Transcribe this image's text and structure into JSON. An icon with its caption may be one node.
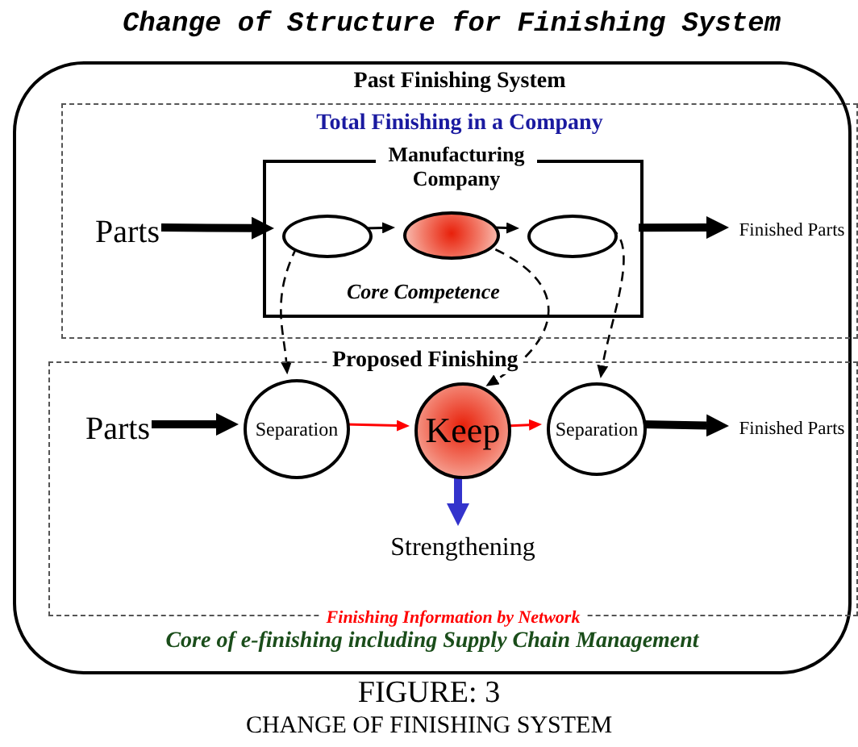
{
  "diagram": {
    "title": "Change of Structure for Finishing System",
    "caption": "FIGURE: 3",
    "nodes": [
      {
        "text": [
          "Core of e-finishing including Supply Chain Management"
        ]
      },
      {
        "text": [
          "Past Finishing System",
          "Total Finishing in a Company"
        ],
        "in": 0
      },
      {
        "text": [
          "Parts"
        ],
        "in": 1
      },
      {
        "text": [
          "Manufacturing Company",
          "Core Competence"
        ],
        "in": 1
      },
      {
        "text": [],
        "shape": "ellipse",
        "in": 3
      },
      {
        "text": [],
        "shape": "ellipse",
        "in": 3
      },
      {
        "text": [],
        "shape": "ellipse",
        "in": 3
      },
      {
        "text": [
          "Finished Parts"
        ],
        "in": 1
      },
      {
        "text": [
          "Proposed Finishing",
          "Finishing Information by Network"
        ],
        "in": 0
      },
      {
        "text": [
          "Parts"
        ],
        "in": 8
      },
      {
        "text": [
          "Separation"
        ],
        "in": 8
      },
      {
        "text": [
          "Keep"
        ],
        "in": 8
      },
      {
        "text": [
          "Separation"
        ],
        "in": 8
      },
      {
        "text": [
          "Finished Parts"
        ],
        "in": 8
      },
      {
        "text": [
          "Strengthening"
        ],
        "in": 8
      }
    ],
    "edges": [
      {
        "from": 2,
        "to": 4,
        "arrow": "to",
        "style": "thick"
      },
      {
        "from": 4,
        "to": 5,
        "arrow": "to"
      },
      {
        "from": 5,
        "to": 6,
        "arrow": "to"
      },
      {
        "from": 3,
        "to": 7,
        "arrow": "to",
        "style": "thick"
      },
      {
        "from": 4,
        "to": 10,
        "arrow": "to",
        "style": "dashed"
      },
      {
        "from": 5,
        "to": 11,
        "arrow": "to",
        "style": "dashed"
      },
      {
        "from": 6,
        "to": 12,
        "arrow": "to",
        "style": "dashed"
      },
      {
        "from": 9,
        "to": 10,
        "arrow": "to",
        "style": "thick"
      },
      {
        "from": 10,
        "to": 11,
        "arrow": "to",
        "color": "#ff0000"
      },
      {
        "from": 11,
        "to": 12,
        "arrow": "to",
        "color": "#ff0000"
      },
      {
        "from": 12,
        "to": 13,
        "arrow": "to",
        "style": "thick"
      },
      {
        "from": 11,
        "to": 14,
        "arrow": "to",
        "style": "thick",
        "color": "#3333cc"
      }
    ],
    "labels": [
      "CHANGE OF FINISHING SYSTEM"
    ]
  }
}
